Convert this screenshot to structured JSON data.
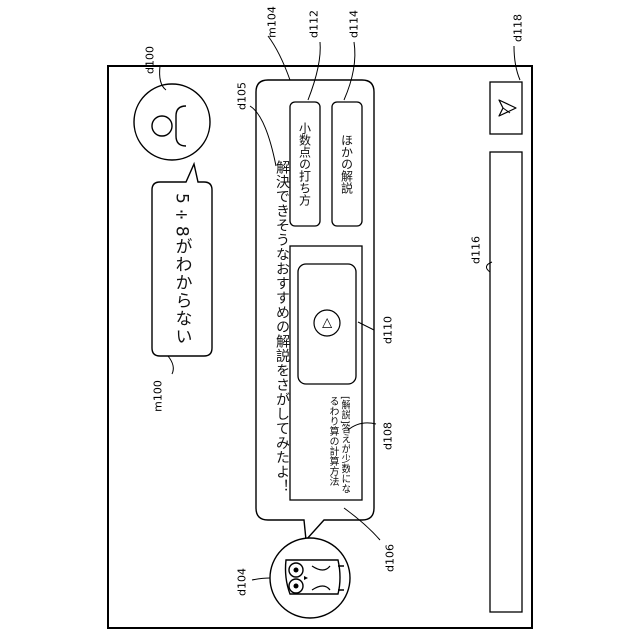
{
  "reference_labels": {
    "d100": "d100",
    "d104": "d104",
    "d105": "d105",
    "d106": "d106",
    "d108": "d108",
    "d110": "d110",
    "d112": "d112",
    "d114": "d114",
    "d116": "d116",
    "d118": "d118",
    "m100": "m100",
    "m104": "m104"
  },
  "user_message": "5÷8がわからない",
  "bot_message": {
    "text": "解決できそうなおすすめの解説をさがしてみたよ！",
    "video_card": {
      "caption": "[解説]答えが少数になるわり算の計算方法",
      "play_glyph": "▷"
    },
    "buttons": [
      {
        "label": "小数点の打ち方"
      },
      {
        "label": "ほかの解説"
      }
    ]
  },
  "input_box": {
    "value": ""
  },
  "icons": {
    "user_avatar": "user-avatar-icon",
    "bot_avatar": "owl-icon",
    "send": "paper-plane-icon"
  }
}
